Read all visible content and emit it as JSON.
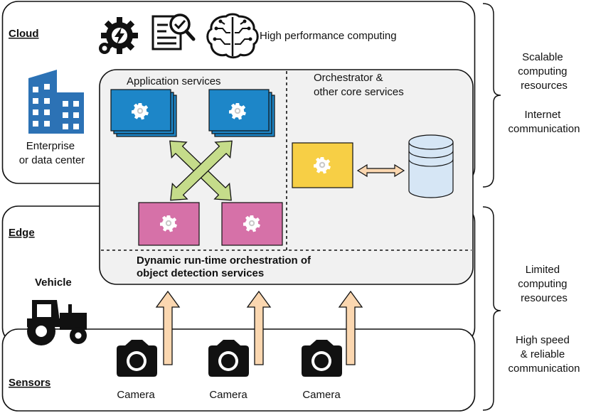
{
  "layers": {
    "cloud": "Cloud",
    "edge": "Edge",
    "sensors": "Sensors"
  },
  "cloud": {
    "hpc_label": "High performance computing",
    "enterprise_line1": "Enterprise",
    "enterprise_line2": "or data center"
  },
  "services": {
    "application_label": "Application services",
    "orchestrator_line1": "Orchestrator &",
    "orchestrator_line2": "other core services",
    "dynamic_line1": "Dynamic run-time orchestration of",
    "dynamic_line2": "object detection services"
  },
  "edge": {
    "vehicle_label": "Vehicle"
  },
  "sensors": {
    "camera_labels": [
      "Camera",
      "Camera",
      "Camera"
    ]
  },
  "annotations": {
    "cloud_line1": "Scalable",
    "cloud_line2": "computing",
    "cloud_line3": "resources",
    "internet_line1": "Internet",
    "internet_line2": "communication",
    "edge_line1": "Limited",
    "edge_line2": "computing",
    "edge_line3": "resources",
    "link_line1": "High speed",
    "link_line2": "& reliable",
    "link_line3": "communication"
  },
  "colors": {
    "app_service_blue": "#1d86c8",
    "edge_service_pink": "#d671a8",
    "orchestrator_yellow": "#f7cf45",
    "database_blue": "#d6e6f5",
    "green_arrow": "#c5dc8a",
    "camera_arrow": "#fbd7b0",
    "building_blue": "#2c72b5",
    "services_panel": "#f1f1f1"
  }
}
